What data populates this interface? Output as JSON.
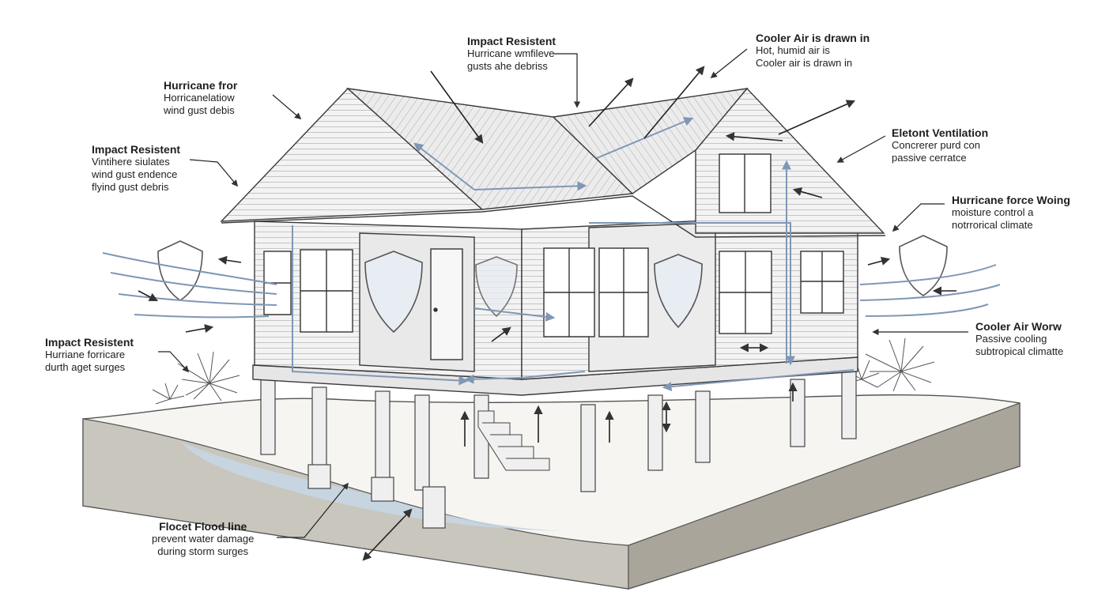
{
  "callouts": [
    {
      "id": "c1",
      "title": "Impact Resistent",
      "lines": [
        "Hurricane wmfileve",
        "gusts ahe debriss"
      ]
    },
    {
      "id": "c2",
      "title": "Cooler Air is drawn in",
      "lines": [
        "Hot, humid air is",
        "Cooler air is drawn in"
      ]
    },
    {
      "id": "c3",
      "title": "Hurricane fror",
      "lines": [
        "Horricanelatiow",
        "wind gust debis"
      ]
    },
    {
      "id": "c4",
      "title": "Impact Resistent",
      "lines": [
        "Vintihere siulates",
        "wind gust endence",
        "flyind gust debris"
      ]
    },
    {
      "id": "c5",
      "title": "Eletont Ventilation",
      "lines": [
        "Concrerer purd con",
        "passive cerratce"
      ]
    },
    {
      "id": "c6",
      "title": "Hurricane force Woing",
      "lines": [
        "moisture control a",
        "notrrorical climate"
      ]
    },
    {
      "id": "c7",
      "title": "Cooler Air Worw",
      "lines": [
        "Passive cooling",
        "subtropical climatte"
      ]
    },
    {
      "id": "c8",
      "title": "Impact Resistent",
      "lines": [
        "Hurriane forricare",
        "durth aget surges"
      ]
    },
    {
      "id": "c9",
      "title": "Flocet Flood line",
      "lines": [
        "prevent water damage",
        "during storm surges"
      ]
    }
  ],
  "colors": {
    "ink": "#3a3a3a",
    "airflow": "#7f97b5",
    "ground": "#c9c6bd",
    "ground_dark": "#a9a59b",
    "water": "#c7d6e3",
    "wall": "#f2f2f2",
    "roof": "#e9e9e9"
  },
  "icons": [
    "shield-icon",
    "airflow-arrow-icon",
    "palm-plant-icon"
  ]
}
